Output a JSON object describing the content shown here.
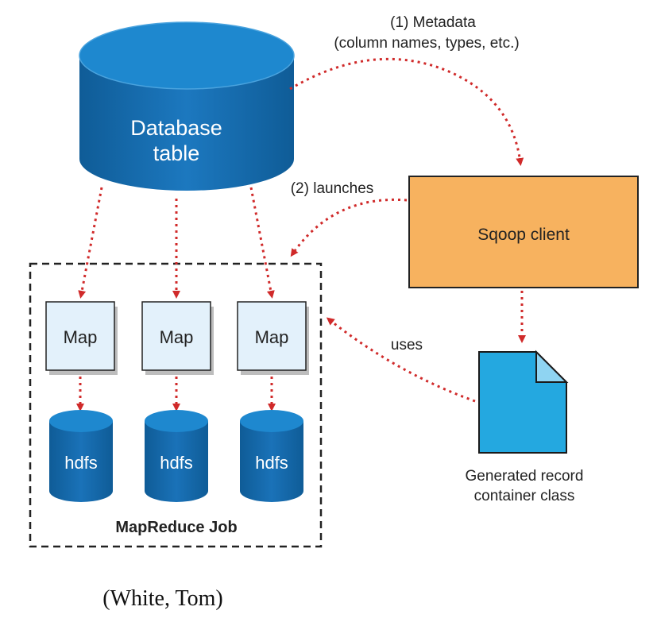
{
  "diagram": {
    "database": {
      "line1": "Database",
      "line2": "table"
    },
    "sqoop_client": {
      "label": "Sqoop client"
    },
    "metadata_label": {
      "line1": "(1) Metadata",
      "line2": "(column names, types, etc.)"
    },
    "launches_label": "(2) launches",
    "uses_label": "uses",
    "maps": [
      {
        "label": "Map"
      },
      {
        "label": "Map"
      },
      {
        "label": "Map"
      }
    ],
    "hdfs": [
      {
        "label": "hdfs"
      },
      {
        "label": "hdfs"
      },
      {
        "label": "hdfs"
      }
    ],
    "job_label": "MapReduce Job",
    "generated_class": {
      "line1": "Generated record",
      "line2": "container class"
    }
  },
  "caption": "(White, Tom)",
  "colors": {
    "db_fill": "#1c73b9",
    "db_top": "#1e88cf",
    "db_dark": "#0f5c97",
    "sqoop_fill": "#f7b25f",
    "map_fill": "#e3f1fb",
    "arrow": "#d02a2a",
    "doc_fill": "#24a8e0"
  }
}
